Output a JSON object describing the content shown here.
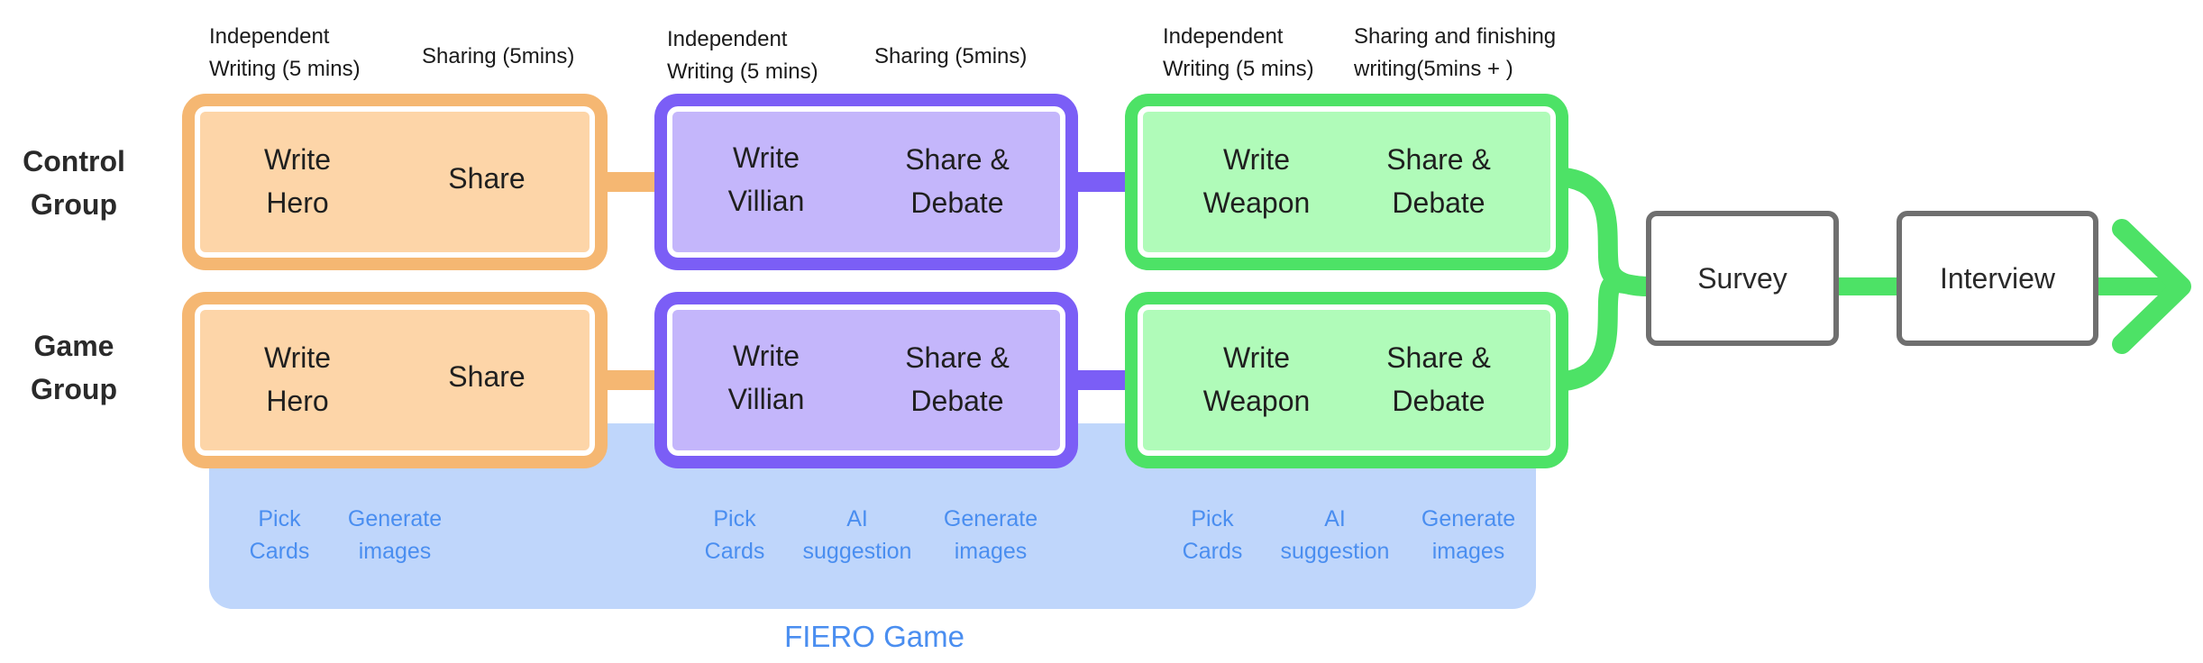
{
  "groups": [
    {
      "label": "Control\nGroup"
    },
    {
      "label": "Game\nGroup"
    }
  ],
  "phase_labels": {
    "hero_writing": "Independent\nWriting (5 mins)",
    "hero_sharing": "Sharing (5mins)",
    "villain_writing": "Independent\nWriting (5 mins)",
    "villain_sharing": "Sharing (5mins)",
    "weapon_writing": "Independent\nWriting (5 mins)",
    "weapon_sharing": "Sharing and finishing\nwriting(5mins + )"
  },
  "stages": {
    "hero": {
      "write": "Write\nHero",
      "share": "Share"
    },
    "villain": {
      "write": "Write\nVillian",
      "share": "Share &\nDebate"
    },
    "weapon": {
      "write": "Write\nWeapon",
      "share": "Share &\nDebate"
    }
  },
  "fiero": {
    "title": "FIERO Game",
    "hero_features": [
      "Pick\nCards",
      "Generate\nimages"
    ],
    "villain_features": [
      "Pick\nCards",
      "AI\nsuggestion",
      "Generate\nimages"
    ],
    "weapon_features": [
      "Pick\nCards",
      "AI\nsuggestion",
      "Generate\nimages"
    ]
  },
  "endpoints": {
    "survey": "Survey",
    "interview": "Interview"
  },
  "colors": {
    "hero": "#f5b772",
    "villain": "#7b5ef6",
    "weapon": "#4de266",
    "fiero": "#bfd6fb",
    "fiero_text": "#4a8ef0"
  }
}
